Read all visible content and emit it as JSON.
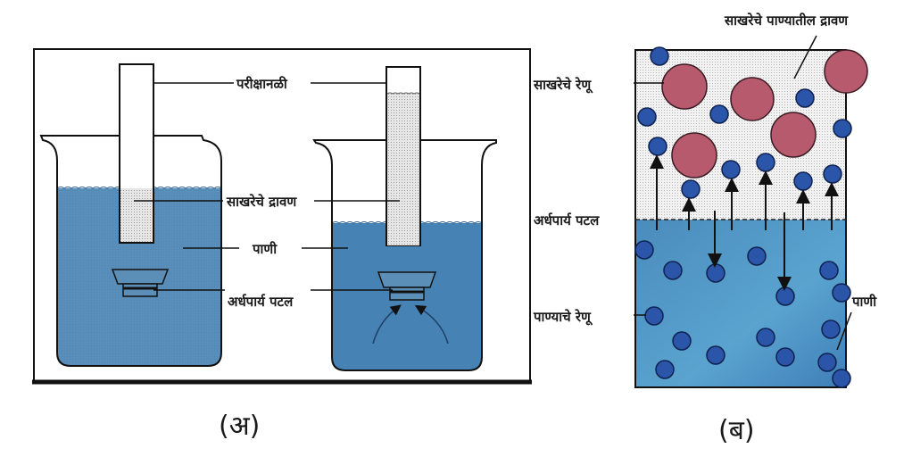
{
  "figure_a": {
    "caption": "(अ)",
    "labels": {
      "test_tube": "परीक्षानळी",
      "sugar_solution": "साखरेचे द्रावण",
      "water": "पाणी",
      "semipermeable_membrane": "अर्धपार्य पटल"
    }
  },
  "figure_b": {
    "caption": "(ब)",
    "labels": {
      "sugar_in_water_solution": "साखरेचे पाण्यातील द्रावण",
      "sugar_molecules": "साखरेचे रेणू",
      "semipermeable_membrane": "अर्धपार्य पटल",
      "water_molecules": "पाण्याचे रेणू",
      "water": "पाणी"
    }
  },
  "colors": {
    "water": "#3f7fb3",
    "water_light": "#5fa6cf",
    "sugar_solution": "#d9d9d9",
    "sugar_molecule": "#b85a6e",
    "water_molecule": "#2a55a8",
    "outline": "#111111"
  }
}
